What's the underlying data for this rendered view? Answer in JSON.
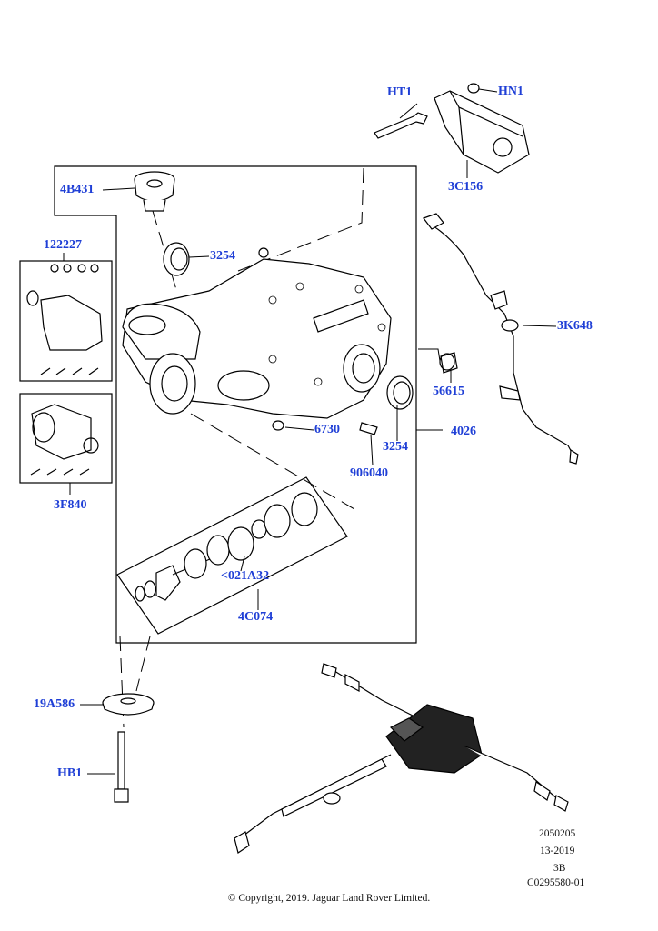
{
  "callouts": {
    "ht1": "HT1",
    "hn1": "HN1",
    "c3c156": "3C156",
    "b4b431": "4B431",
    "p122227": "122227",
    "s3254_top": "3254",
    "k3k648": "3K648",
    "p56615": "56615",
    "p6730": "6730",
    "s3254_bottom": "3254",
    "p4026": "4026",
    "p906040": "906040",
    "f3f840": "3F840",
    "a021a32": "<021A32",
    "c4c074": "4C074",
    "a19a586": "19A586",
    "hb1": "HB1"
  },
  "meta": {
    "line1": "2050205",
    "line2": "13-2019",
    "line3": "3B",
    "line4": "C0295580-01"
  },
  "copyright": "© Copyright, 2019. Jaguar Land Rover Limited."
}
